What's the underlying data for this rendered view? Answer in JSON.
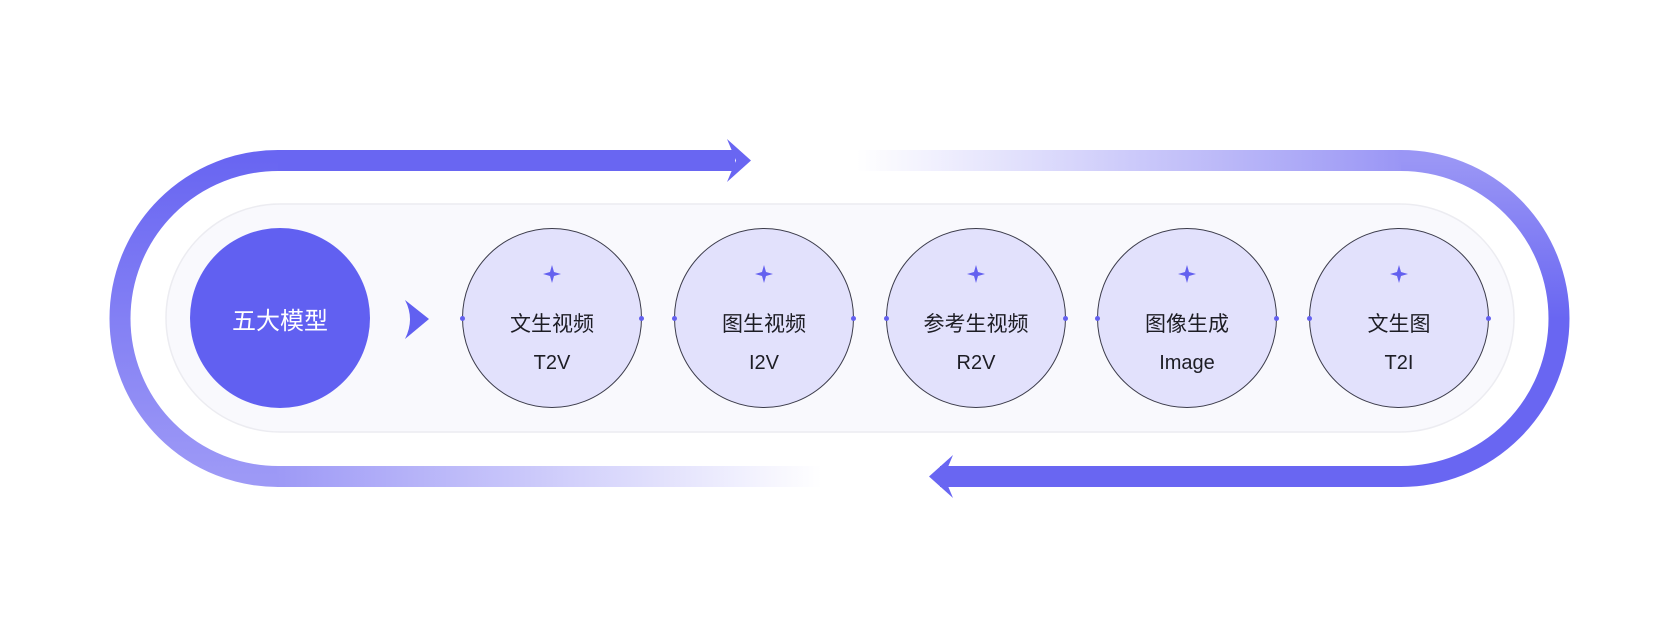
{
  "center_label": "五大模型",
  "models": [
    {
      "title": "文生视频",
      "sub": "T2V"
    },
    {
      "title": "图生视频",
      "sub": "I2V"
    },
    {
      "title": "参考生视频",
      "sub": "R2V"
    },
    {
      "title": "图像生成",
      "sub": "Image"
    },
    {
      "title": "文生图",
      "sub": "T2I"
    }
  ],
  "colors": {
    "accent": "#6966F2",
    "node_fill": "#E2E1FC",
    "panel": "#F9F9FD"
  }
}
